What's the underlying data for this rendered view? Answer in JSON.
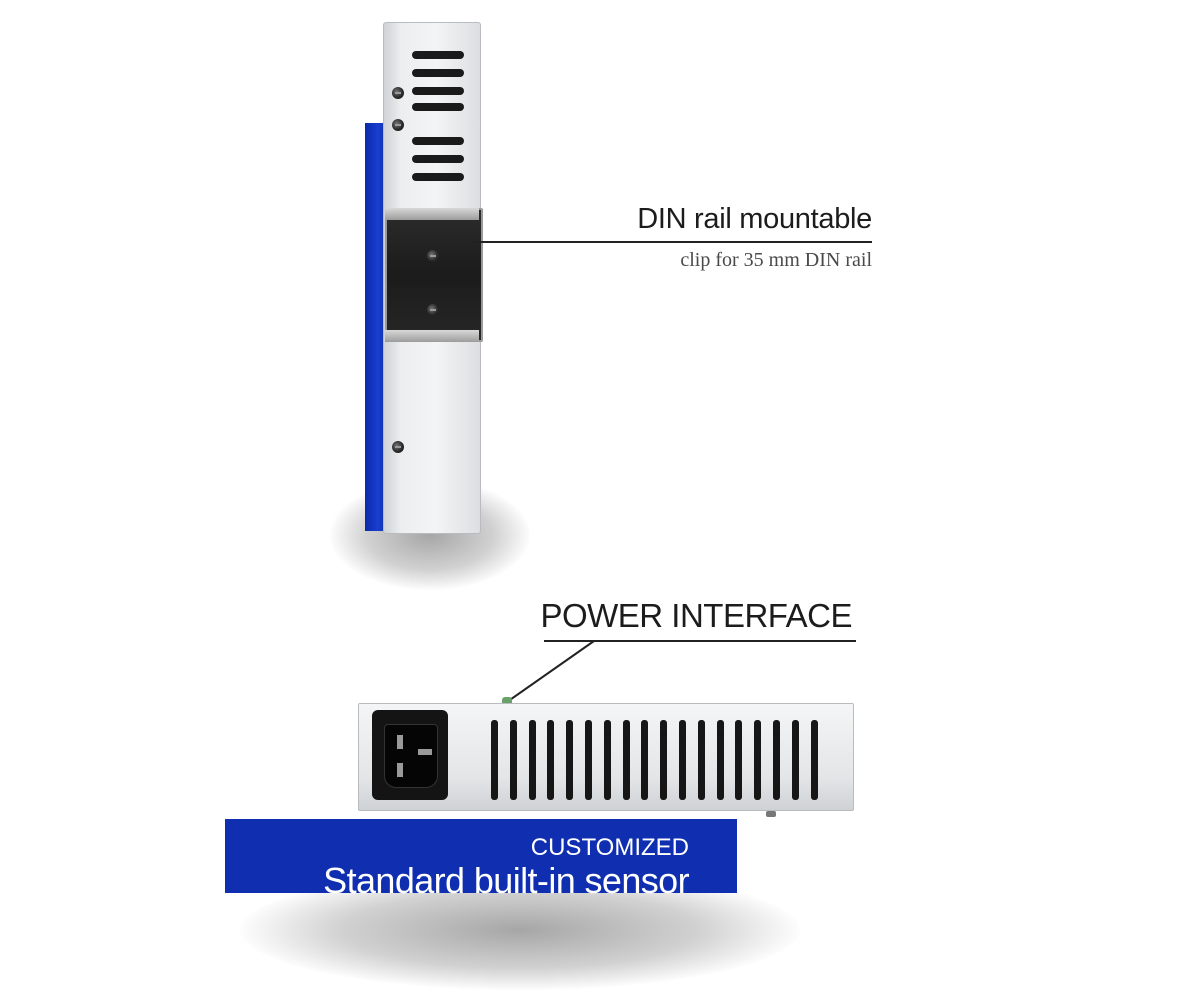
{
  "callouts": {
    "din": {
      "title": "DIN rail mountable",
      "subtitle": "clip for 35 mm DIN rail"
    },
    "power": {
      "title": "POWER INTERFACE"
    }
  },
  "banner": {
    "small": "CUSTOMIZED",
    "big": "Standard built-in sensor",
    "color": "#0f2fb0"
  },
  "colors": {
    "accent_blue": "#0f2fb0",
    "device_gray": "#e8eaec",
    "text": "#1c1c1c"
  }
}
